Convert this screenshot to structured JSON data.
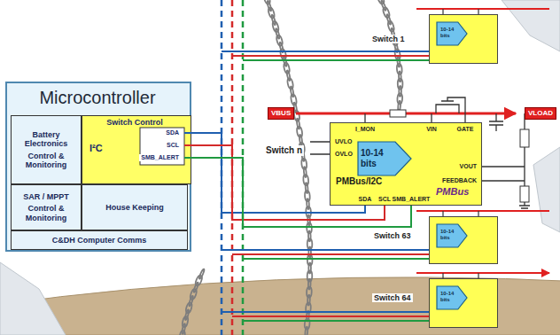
{
  "diagram": {
    "nodes": [
      {
        "text": [
          "Microcontroller"
        ]
      },
      {
        "text": [
          "Battery Electronics",
          "Control & Monitoring"
        ],
        "in": 0
      },
      {
        "text": [
          "Switch Control",
          "I²C"
        ],
        "in": 0
      },
      {
        "text": [
          "SAR / MPPT",
          "Control & Monitoring"
        ],
        "in": 0
      },
      {
        "text": [
          "House Keeping"
        ],
        "in": 0
      },
      {
        "text": [
          "C&DH Computer Comms"
        ],
        "in": 0
      },
      {
        "text": [
          "10-14 bits"
        ]
      },
      {
        "text": [
          "PMBus/I2C"
        ]
      },
      {
        "text": [
          "10-14 bits"
        ],
        "in": 7
      },
      {
        "text": [
          "10-14 bits"
        ]
      },
      {
        "text": [
          "10-14 bits"
        ]
      }
    ],
    "edges": [
      {
        "from": 2,
        "to": 7,
        "arrow": "none"
      },
      {
        "from": 2,
        "to": 7,
        "arrow": "none"
      },
      {
        "from": 2,
        "to": 7,
        "arrow": "none"
      }
    ],
    "labels": [
      "SDA",
      "SCL",
      "SMB_ALERT",
      "Switch 1",
      "VBUS",
      "VLOAD",
      "Switch n",
      "I_MON",
      "VIN",
      "GATE",
      "UVLO",
      "OVLO",
      "VOUT",
      "FEEDBACK",
      "SDA",
      "SCL",
      "SMB_ALERT",
      "PMBus",
      "Switch 63",
      "Switch 64"
    ]
  }
}
